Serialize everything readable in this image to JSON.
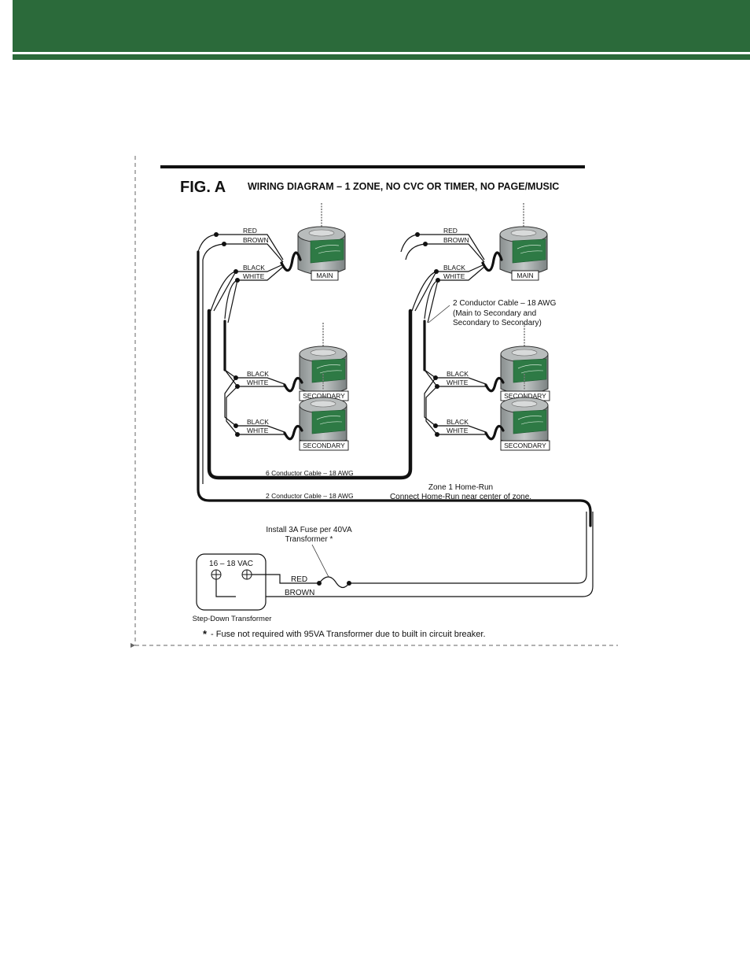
{
  "figure": {
    "fig_label": "FIG. A",
    "title": "WIRING DIAGRAM – 1 ZONE, NO CVC OR TIMER, NO PAGE/MUSIC"
  },
  "wire_labels": {
    "red": "RED",
    "brown": "BROWN",
    "black": "BLACK",
    "white": "WHITE"
  },
  "speakers": {
    "main": "MAIN",
    "secondary": "SECONDARY"
  },
  "annotations": {
    "two_conductor_note_line1": "2 Conductor Cable – 18 AWG",
    "two_conductor_note_line2": "(Main to Secondary and",
    "two_conductor_note_line3": "Secondary to Secondary)",
    "six_conductor": "6 Conductor Cable – 18 AWG",
    "two_conductor": "2 Conductor Cable – 18 AWG",
    "home_run_line1": "Zone 1 Home-Run",
    "home_run_line2": "Connect Home-Run near center of zone.",
    "fuse_line1": "Install 3A Fuse per 40VA",
    "fuse_line2": "Transformer *",
    "vac": "16 – 18 VAC",
    "transformer_red": "RED",
    "transformer_brown": "BROWN",
    "transformer_label": "Step-Down Transformer",
    "footnote_star": "*",
    "footnote": "- Fuse not required with 95VA Transformer due to built in circuit breaker."
  },
  "colors": {
    "header_green": "#2b6a3a",
    "speaker_body": "#9aa0a0",
    "speaker_label_green": "#2e7a45"
  }
}
